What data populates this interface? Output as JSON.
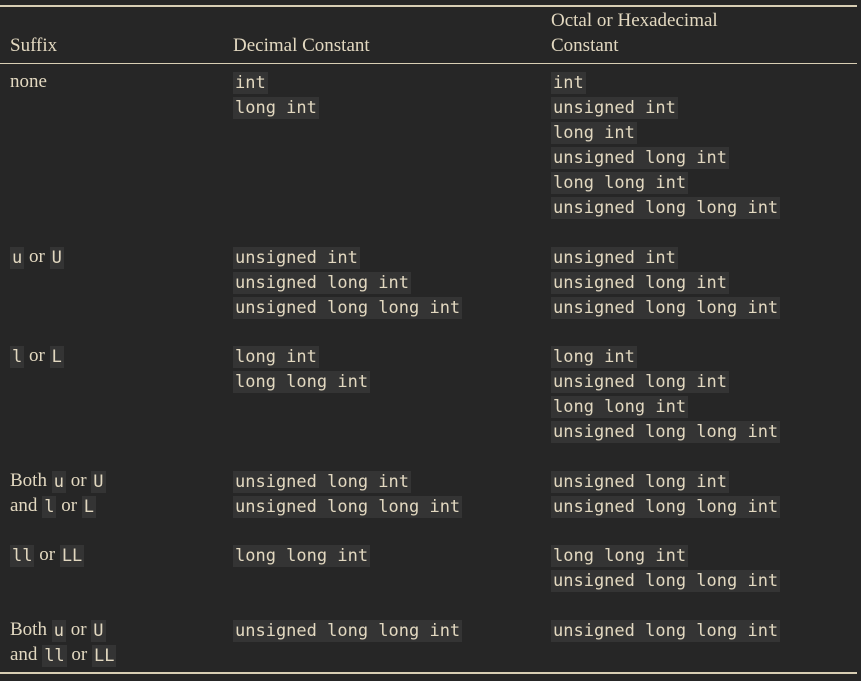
{
  "headers": {
    "suffix": "Suffix",
    "decimal": "Decimal Constant",
    "octal_hex_line1": "Octal or Hexadecimal",
    "octal_hex_line2": "Constant"
  },
  "connectors": {
    "or": "or",
    "both": "Both",
    "and": "and",
    "none": "none"
  },
  "rows": [
    {
      "suffix_text": "none",
      "decimal": [
        "int",
        "long int"
      ],
      "octal_hex": [
        "int",
        "unsigned int",
        "long int",
        "unsigned long int",
        "long long int",
        "unsigned long long int"
      ]
    },
    {
      "suffix_codes": [
        "u",
        "U"
      ],
      "decimal": [
        "unsigned int",
        "unsigned long int",
        "unsigned long long int"
      ],
      "octal_hex": [
        "unsigned int",
        "unsigned long int",
        "unsigned long long int"
      ]
    },
    {
      "suffix_codes": [
        "l",
        "L"
      ],
      "decimal": [
        "long int",
        "long long int"
      ],
      "octal_hex": [
        "long int",
        "unsigned long int",
        "long long int",
        "unsigned long long int"
      ]
    },
    {
      "suffix_codes_a": [
        "u",
        "U"
      ],
      "suffix_codes_b": [
        "l",
        "L"
      ],
      "decimal": [
        "unsigned long int",
        "unsigned long long int"
      ],
      "octal_hex": [
        "unsigned long int",
        "unsigned long long int"
      ]
    },
    {
      "suffix_codes": [
        "ll",
        "LL"
      ],
      "decimal": [
        "long long int"
      ],
      "octal_hex": [
        "long long int",
        "unsigned long long int"
      ]
    },
    {
      "suffix_codes_a": [
        "u",
        "U"
      ],
      "suffix_codes_b": [
        "ll",
        "LL"
      ],
      "decimal": [
        "unsigned long long int"
      ],
      "octal_hex": [
        "unsigned long long int"
      ]
    }
  ]
}
